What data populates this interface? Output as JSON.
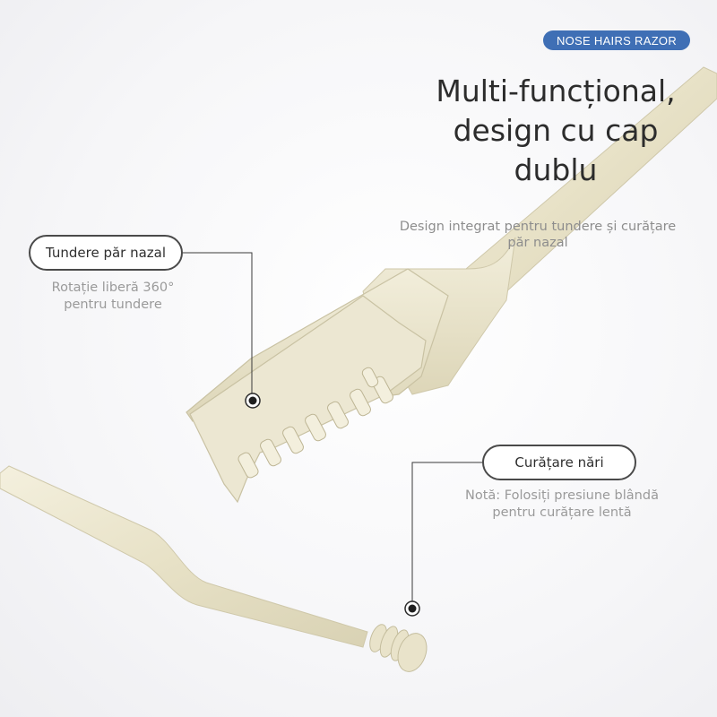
{
  "badge": "NOSE HAIRS RAZOR",
  "headline": [
    "Multi-funcțional,",
    "design cu cap",
    "dublu"
  ],
  "subtitle": [
    "Design integrat pentru tundere și curățare",
    "păr nazal"
  ],
  "features": {
    "trim": {
      "label": "Tundere păr nazal",
      "note": [
        "Rotație liberă 360°",
        "pentru tundere"
      ]
    },
    "clean": {
      "label": "Curățare nări",
      "note": [
        "Notă: Folosiți presiune blândă",
        "pentru curățare lentă"
      ]
    }
  },
  "colors": {
    "badge": "#3f6fb5",
    "product": "#ebe6cf",
    "headline": "#2c2c2c",
    "note": "#9a9a9a"
  }
}
